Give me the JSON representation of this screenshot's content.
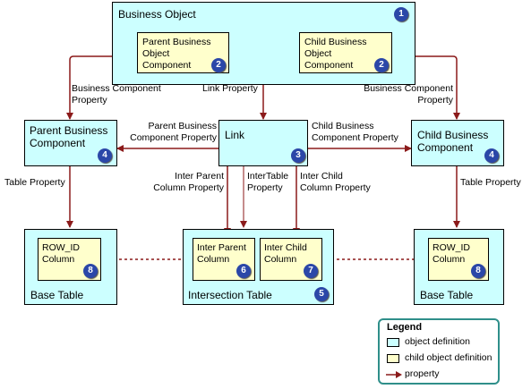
{
  "nodes": {
    "business_object": "Business Object",
    "parent_bo_component": "Parent Business Object Component",
    "child_bo_component": "Child Business Object Component",
    "parent_bc": "Parent Business Component",
    "link": "Link",
    "child_bc": "Child Business Component",
    "base_table_left": "Base Table",
    "base_table_right": "Base Table",
    "row_id_left": "ROW_ID Column",
    "row_id_right": "ROW_ID Column",
    "intersection_table": "Intersection Table",
    "inter_parent_column": "Inter Parent Column",
    "inter_child_column": "Inter Child Column"
  },
  "badges": {
    "business_object": "1",
    "parent_bo_component": "2",
    "child_bo_component": "2",
    "link": "3",
    "parent_bc": "4",
    "child_bc": "4",
    "intersection_table": "5",
    "inter_parent_column": "6",
    "inter_child_column": "7",
    "row_id_left": "8",
    "row_id_right": "8"
  },
  "edge_labels": {
    "bc_property_left": "Business Component Property",
    "link_property": "Link Property",
    "bc_property_right": "Business Component Property",
    "parent_bc_property": "Parent Business Component Property",
    "child_bc_property": "Child Business Component Property",
    "inter_parent_column_property": "Inter Parent Column Property",
    "intertable_property": "InterTable Property",
    "inter_child_column_property": "Inter Child Column Property",
    "table_property_left": "Table Property",
    "table_property_right": "Table Property"
  },
  "legend": {
    "title": "Legend",
    "object_definition": "object definition",
    "child_object_definition": "child object definition",
    "property": "property"
  },
  "colors": {
    "object": "#ccffff",
    "child_object": "#ffffcc",
    "arrow": "#8b1a1a",
    "badge": "#2b47a8"
  }
}
